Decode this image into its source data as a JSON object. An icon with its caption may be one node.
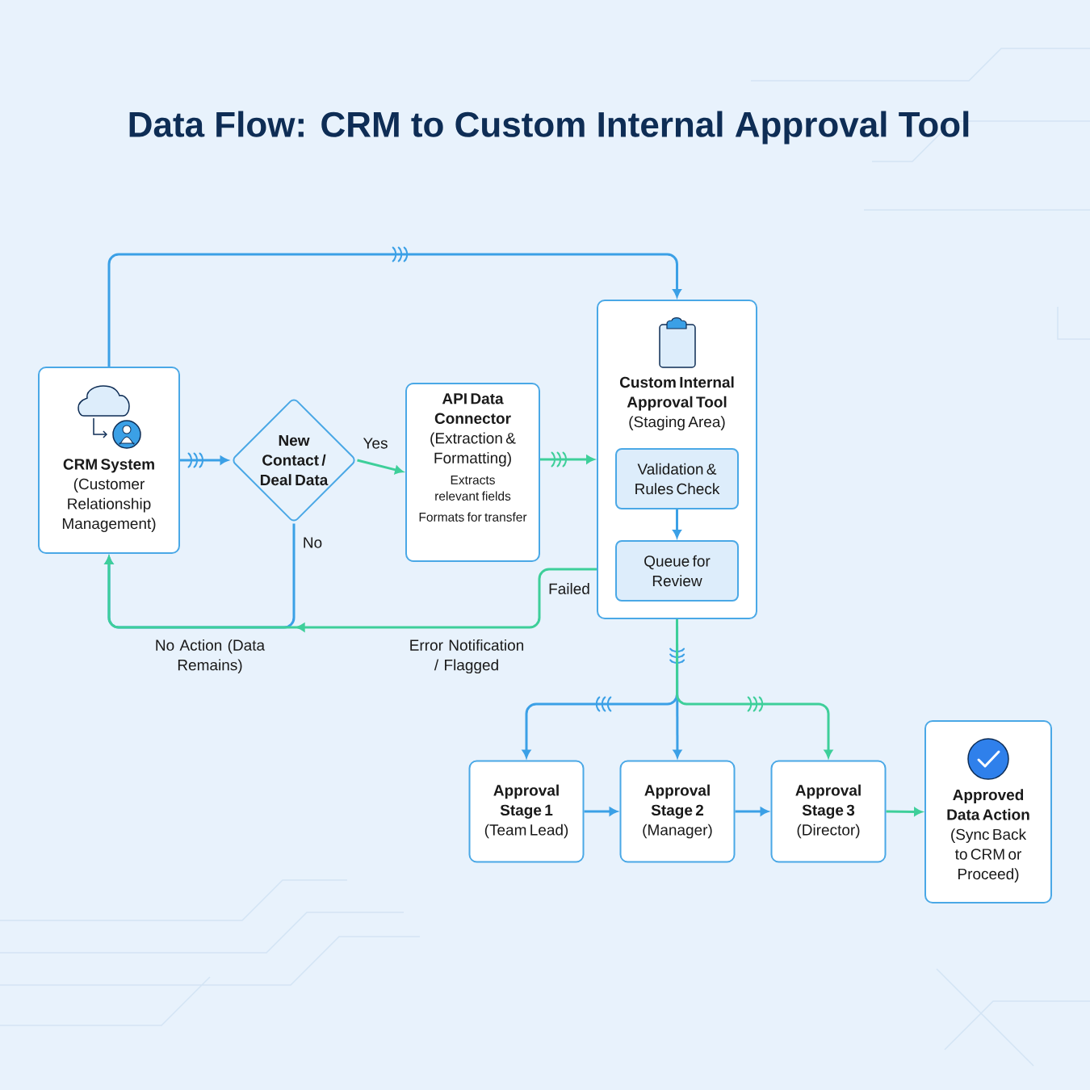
{
  "diagram": {
    "title": "Data Flow: CRM to Custom Internal Approval Tool",
    "nodes": [
      {
        "text": [
          "CRM System",
          "(Customer Relationship Management)"
        ]
      },
      {
        "text": [
          "New Contact / Deal Data"
        ]
      },
      {
        "text": [
          "API Data Connector",
          "(Extraction & Formatting)",
          "Extracts relevant fields",
          "Formats for transfer"
        ]
      },
      {
        "text": [
          "Custom Internal Approval Tool",
          "(Staging Area)"
        ]
      },
      {
        "text": [
          "Validation & Rules Check"
        ],
        "in": 3
      },
      {
        "text": [
          "Queue for Review"
        ],
        "in": 3
      },
      {
        "text": [
          "Approval Stage 1",
          "(Team Lead)"
        ]
      },
      {
        "text": [
          "Approval Stage 2",
          "(Manager)"
        ]
      },
      {
        "text": [
          "Approval Stage 3",
          "(Director)"
        ]
      },
      {
        "text": [
          "Approved Data Action",
          "(Sync Back to CRM or Proceed)"
        ]
      }
    ],
    "edges": [
      {
        "from": 0,
        "to": 3,
        "arrow": "to"
      },
      {
        "from": 0,
        "to": 1,
        "arrow": "to"
      },
      {
        "from": 1,
        "to": 2,
        "arrow": "to",
        "label": "Yes",
        "color": "#3ecf9a"
      },
      {
        "from": 1,
        "to": 0,
        "arrow": "to",
        "label": "No"
      },
      {
        "from": 2,
        "to": 3,
        "arrow": "to",
        "color": "#3ecf9a"
      },
      {
        "from": 4,
        "to": 5,
        "arrow": "to"
      },
      {
        "from": 3,
        "to": 0,
        "arrow": "to",
        "label": "Failed",
        "color": "#3ecf9a"
      },
      {
        "from": 3,
        "to": 6,
        "arrow": "to"
      },
      {
        "from": 3,
        "to": 7,
        "arrow": "to"
      },
      {
        "from": 3,
        "to": 8,
        "arrow": "to",
        "color": "#3ecf9a"
      },
      {
        "from": 6,
        "to": 7,
        "arrow": "to"
      },
      {
        "from": 7,
        "to": 8,
        "arrow": "to"
      },
      {
        "from": 8,
        "to": 9,
        "arrow": "to",
        "color": "#3ecf9a"
      }
    ],
    "labels": [
      "No Action (Data Remains)",
      "Error Notification / Flagged"
    ]
  }
}
